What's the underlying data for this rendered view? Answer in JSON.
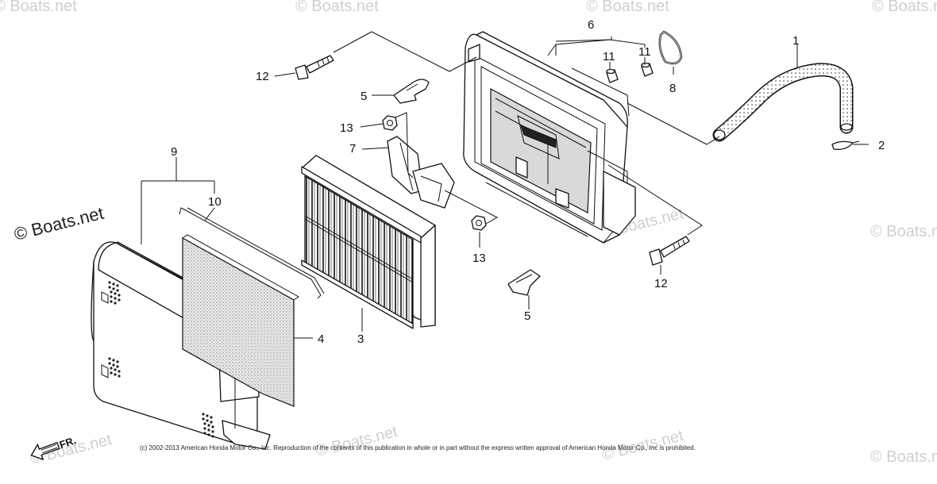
{
  "diagram": {
    "watermark_main": "© Boats.net",
    "watermark_repeat": "© Boats.net",
    "copyright": "(c) 2002-2013 American Honda Motor Co., Inc. Reproduction of the contents of this publication in whole or in part without the express written approval of American Honda Motor Co., Inc is prohibited.",
    "front_indicator": "FR.",
    "callouts": {
      "c1": "1",
      "c2": "2",
      "c3": "3",
      "c4": "4",
      "c5a": "5",
      "c5b": "5",
      "c6": "6",
      "c7": "7",
      "c8": "8",
      "c9": "9",
      "c10": "10",
      "c11a": "11",
      "c11b": "11",
      "c12a": "12",
      "c12b": "12",
      "c13a": "13",
      "c13b": "13"
    }
  }
}
